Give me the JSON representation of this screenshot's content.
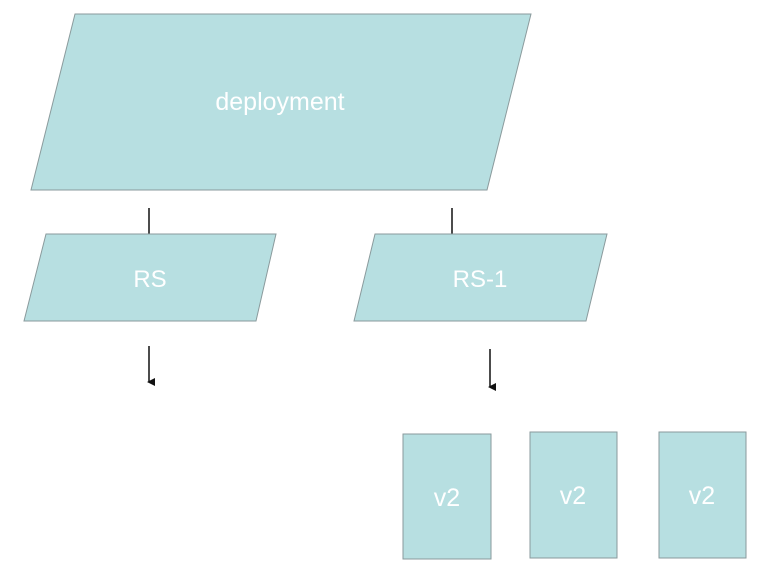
{
  "colors": {
    "background": "#ffffff",
    "shape_fill": "#b7dfe1",
    "shape_stroke": "#8a9a9c",
    "label": "#ffffff",
    "arrow": "#111111"
  },
  "nodes": {
    "deployment": {
      "label": "deployment"
    },
    "rs": {
      "label": "RS"
    },
    "rs1": {
      "label": "RS-1"
    },
    "pods": [
      {
        "label": "v2"
      },
      {
        "label": "v2"
      },
      {
        "label": "v2"
      }
    ]
  }
}
